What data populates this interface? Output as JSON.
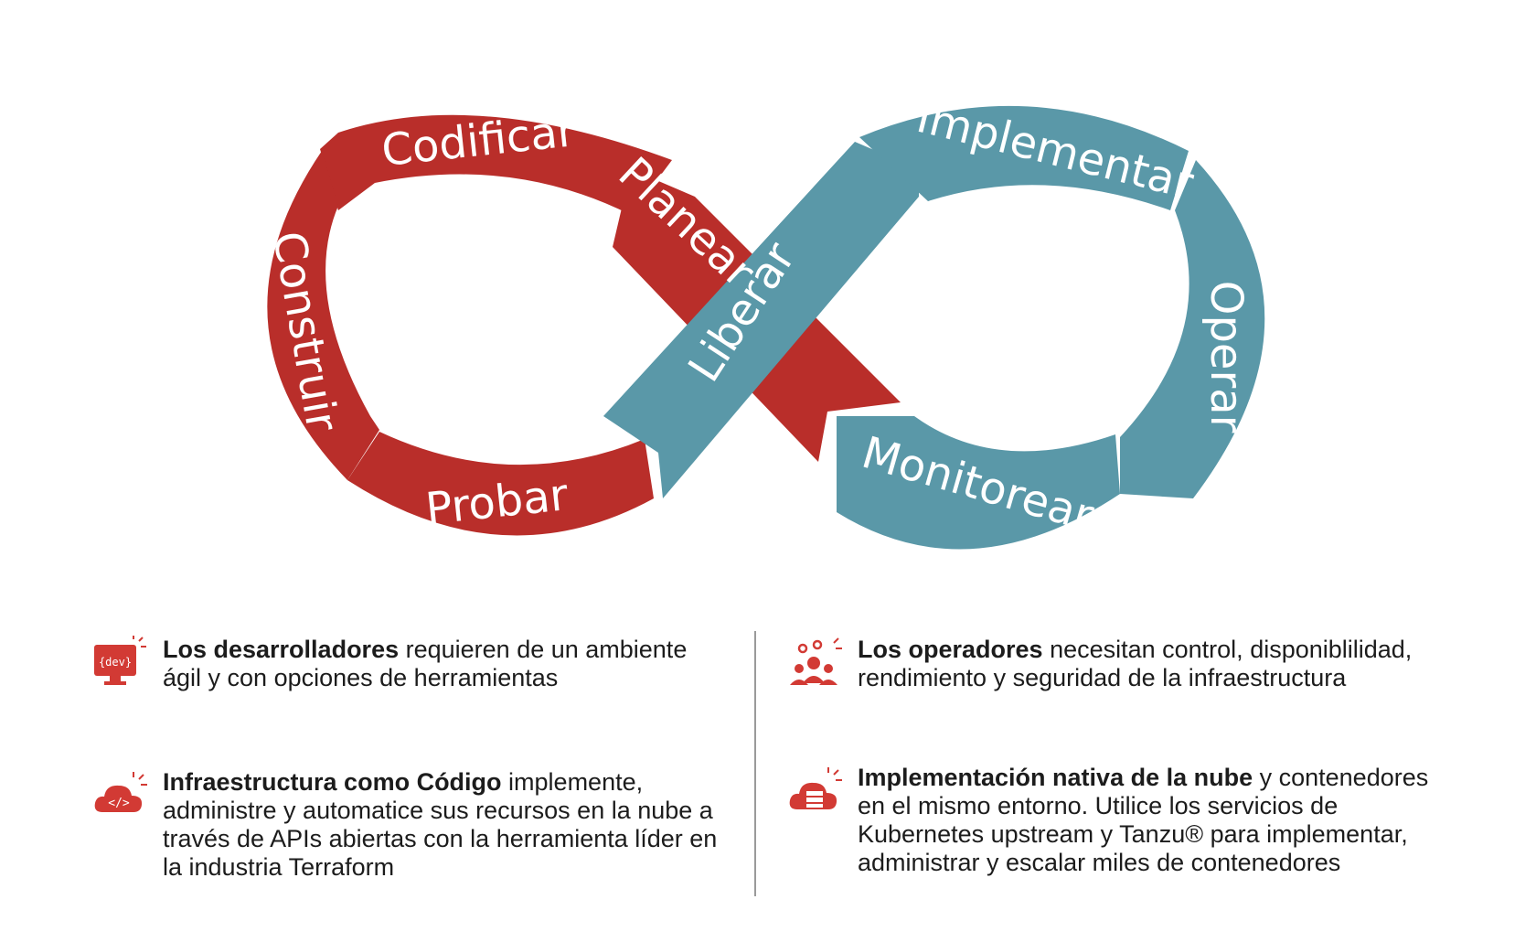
{
  "diagram": {
    "colors": {
      "left_loop": "#b92e2a",
      "right_loop": "#5a98a8",
      "text": "#ffffff"
    },
    "left_labels": {
      "code": "Codificar",
      "plan": "Planear",
      "build": "Construir",
      "test": "Probar"
    },
    "right_labels": {
      "deploy": "Implementar",
      "release": "Liberar",
      "operate": "Operar",
      "monitor": "Monitorear"
    }
  },
  "blocks": {
    "developers": {
      "icon": "dev-monitor-icon",
      "bold": "Los desarrolladores",
      "text": " requieren de un ambiente ágil y con opciones de herramientas"
    },
    "operators": {
      "icon": "team-gears-icon",
      "bold": "Los operadores",
      "text": " necesitan control, disponiblilidad, rendimiento y seguridad de la infraestructura"
    },
    "iac": {
      "icon": "cloud-code-icon",
      "bold": "Infraestructura como Código",
      "text": " implemente, administre y automatice sus recursos en la nube a través de APIs abiertas con la herramienta líder en la industria Terraform"
    },
    "cloud_native": {
      "icon": "cloud-server-icon",
      "bold": "Implementación nativa de la nube",
      "text": " y contenedores en el mismo entorno. Utilice los servicios de Kubernetes upstream y Tanzu® para implementar, administrar y escalar miles de contenedores"
    }
  }
}
